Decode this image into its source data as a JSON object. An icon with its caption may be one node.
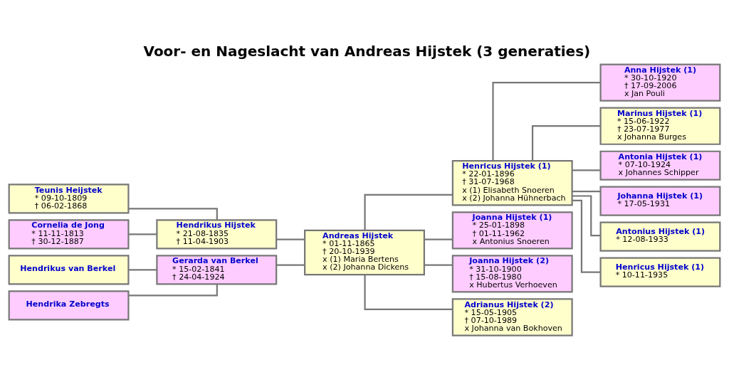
{
  "diagram": {
    "title": "Voor- en Nageslacht van Andreas Hijstek (3 generaties)",
    "nodes": [
      {
        "text": [
          "Teunis Heijstek",
          "* 09-10-1809",
          "† 06-02-1868"
        ]
      },
      {
        "text": [
          "Cornelia de Jong",
          "* 11-11-1813",
          "† 30-12-1887"
        ]
      },
      {
        "text": [
          "Hendrikus van Berkel"
        ]
      },
      {
        "text": [
          "Hendrika Zebregts"
        ]
      },
      {
        "text": [
          "Hendrikus Hijstek",
          "* 21-08-1835",
          "† 11-04-1903"
        ]
      },
      {
        "text": [
          "Gerarda van Berkel",
          "* 15-02-1841",
          "† 24-04-1924"
        ]
      },
      {
        "text": [
          "Andreas Hijstek",
          "* 01-11-1865",
          "† 20-10-1939",
          "x (1) Maria Bertens",
          "x (2) Johanna Dickens"
        ]
      },
      {
        "text": [
          "Henricus Hijstek (1)",
          "* 22-01-1896",
          "† 31-07-1968",
          "x (1) Elisabeth Snoeren",
          "x (2) Johanna Hühnerbach"
        ]
      },
      {
        "text": [
          "Joanna Hijstek (1)",
          "* 25-01-1898",
          "† 01-11-1962",
          "x Antonius Snoeren"
        ]
      },
      {
        "text": [
          "Joanna Hijstek (2)",
          "* 31-10-1900",
          "† 15-08-1980",
          "x Hubertus Verhoeven"
        ]
      },
      {
        "text": [
          "Adrianus Hijstek (2)",
          "* 15-05-1905",
          "† 07-10-1989",
          "x Johanna van Bokhoven"
        ]
      },
      {
        "text": [
          "Anna Hijstek (1)",
          "* 30-10-1920",
          "† 17-09-2006",
          "x Jan Pouli"
        ]
      },
      {
        "text": [
          "Marinus Hijstek (1)",
          "* 15-06-1922",
          "† 23-07-1977",
          "x Johanna Burges"
        ]
      },
      {
        "text": [
          "Antonia Hijstek (1)",
          "* 07-10-1924",
          "x Johannes Schipper"
        ]
      },
      {
        "text": [
          "Johanna Hijstek (1)",
          "* 17-05-1931"
        ]
      },
      {
        "text": [
          "Antonius Hijstek (1)",
          "* 12-08-1933"
        ]
      },
      {
        "text": [
          "Henricus Hijstek (1)",
          "* 10-11-1935"
        ]
      }
    ],
    "edges": [
      {
        "from": 0,
        "to": 4,
        "arrow": "none"
      },
      {
        "from": 1,
        "to": 4,
        "arrow": "none"
      },
      {
        "from": 2,
        "to": 5,
        "arrow": "none"
      },
      {
        "from": 3,
        "to": 5,
        "arrow": "none"
      },
      {
        "from": 4,
        "to": 6,
        "arrow": "none"
      },
      {
        "from": 5,
        "to": 6,
        "arrow": "none"
      },
      {
        "from": 6,
        "to": 7,
        "arrow": "none"
      },
      {
        "from": 6,
        "to": 8,
        "arrow": "none"
      },
      {
        "from": 6,
        "to": 9,
        "arrow": "none"
      },
      {
        "from": 6,
        "to": 10,
        "arrow": "none"
      },
      {
        "from": 7,
        "to": 11,
        "arrow": "none"
      },
      {
        "from": 7,
        "to": 12,
        "arrow": "none"
      },
      {
        "from": 7,
        "to": 13,
        "arrow": "none"
      },
      {
        "from": 7,
        "to": 14,
        "arrow": "none"
      },
      {
        "from": 7,
        "to": 15,
        "arrow": "none"
      },
      {
        "from": 7,
        "to": 16,
        "arrow": "none"
      }
    ]
  }
}
